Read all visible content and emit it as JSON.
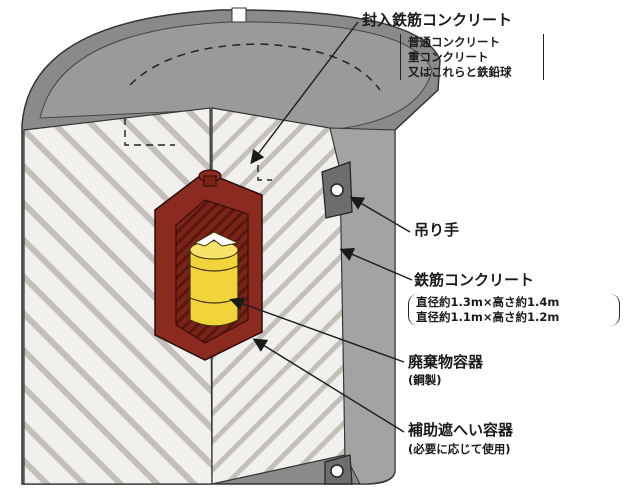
{
  "labels": {
    "sealed_concrete": {
      "title": "封入鉄筋コンクリート",
      "lines": [
        "普通コンクリート",
        "重コンクリート",
        "又はこれらと鉄鉛球"
      ]
    },
    "handle": "吊り手",
    "rc_container": {
      "title": "鉄筋コンクリート",
      "lines": [
        "直径約1.3m×高さ約1.4m",
        "直径約1.1m×高さ約1.2m"
      ]
    },
    "waste_container": {
      "title": "廃棄物容器",
      "sub": "(鋼製)"
    },
    "aux_shield": {
      "title": "補助遮へい容器",
      "sub": "(必要に応じて使用)"
    }
  },
  "colors": {
    "outer_shell": "#8a8a8a",
    "top_surface": "#9a9a9a",
    "cut_face": "#f2f0ec",
    "hatch": "#b9b6b0",
    "aux_container": "#8b2a1f",
    "aux_container_dark": "#5e1a12",
    "steel_drum": "#f0d43a",
    "arrow": "#1a1a1a"
  }
}
